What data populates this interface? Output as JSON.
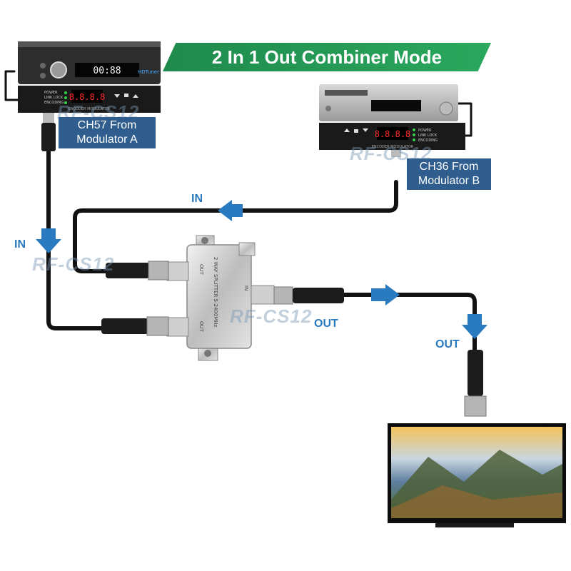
{
  "title": "2 In 1 Out Combiner Mode",
  "modulator_a": {
    "label_line1": "CH57 From",
    "label_line2": "Modulator A",
    "display_top": "00:88",
    "display_bottom": "8.8.8.8",
    "panel_text": "ENCODER MODULATOR",
    "led_labels": [
      "POWER",
      "LINK LOCK",
      "ENCODING"
    ],
    "brand_text": "HDTuner"
  },
  "modulator_b": {
    "label_line1": "CH36 From",
    "label_line2": "Modulator B",
    "display": "8.8.8.8",
    "panel_text": "ENCODER MODULATOR",
    "led_labels": [
      "POWER",
      "LINK LOCK",
      "ENCODING"
    ]
  },
  "watermark": "RF-CS12",
  "labels": {
    "in_left": "IN",
    "in_top": "IN",
    "out_mid": "OUT",
    "out_right": "OUT"
  },
  "splitter": {
    "port_labels": [
      "IN",
      "OUT",
      "OUT"
    ],
    "text": "2 WAY SPLITTER 5-2400MHz"
  },
  "colors": {
    "banner": "#2aa85e",
    "label_box": "#2f5d8e",
    "arrow": "#2a7ac0",
    "cable": "#111111"
  }
}
